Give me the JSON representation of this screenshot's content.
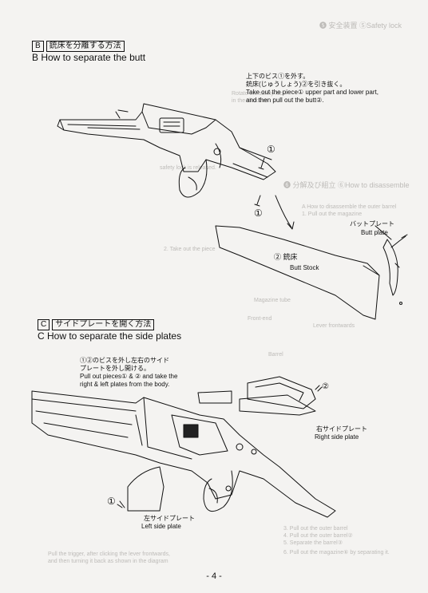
{
  "section_b": {
    "letter": "B",
    "title_jp": "銃床を分離する方法",
    "title_en": "B  How to separate the butt",
    "instructions_jp": [
      "上下のビス①を外す。",
      "銃床(じゅうしょう)②を引き抜く。"
    ],
    "instructions_en": [
      "Take out the piece①  upper part and lower part,",
      "and then pull out the butt②."
    ],
    "callout_1": "①",
    "callout_1b": "①",
    "butt_stock_jp": "② 銃床",
    "butt_stock_en": "Butt Stock",
    "butt_plate_jp": "バットプレート",
    "butt_plate_en": "Butt plate"
  },
  "section_c": {
    "letter": "C",
    "title_jp": "サイドプレートを開く方法",
    "title_en": "C  How to separate the side plates",
    "instructions_jp": [
      "①②のビスを外し左右のサイド",
      "プレートを外し開ける。"
    ],
    "instructions_en": [
      "Pull out pieces①  &  ②  and take the",
      "right & left plates from the body."
    ],
    "callout_1": "①",
    "callout_2": "②",
    "right_plate_jp": "右サイドプレート",
    "right_plate_en": "Right side plate",
    "left_plate_jp": "左サイドプレート",
    "left_plate_en": "Left side plate"
  },
  "bleed_through": {
    "top_right": "❺ 安全装置 ⑤Safety lock",
    "mid_right": "❻ 分解及び組立 ⑥How to disassemble",
    "lines": [
      "Rotate the safety lock",
      "in the direction",
      "safety lock is released.",
      "A  How to disassemble the outer barrel",
      "1. Pull out the magazine",
      "2. Take out the piece",
      "Magazine tube",
      "Front-end",
      "Barrel",
      "Lever frontwards",
      "3. Pull out the outer barrel",
      "4. Pull out the outer barrel②",
      "5. Separate the barrel③",
      "Pull the trigger, after clicking the lever frontwards,",
      "and then turning it back as shown in the diagram",
      "6. Pull out the magazine⑥ by separating it."
    ]
  },
  "page_number": "- 4 -"
}
